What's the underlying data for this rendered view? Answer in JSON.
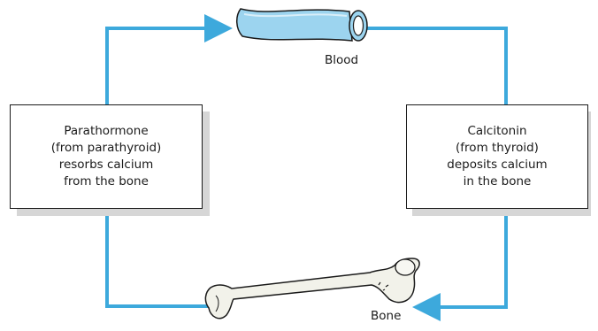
{
  "colors": {
    "arrow": "#3da9dc",
    "vessel_fill": "#9cd4ef",
    "vessel_stroke": "#1a1a1a",
    "bone_fill": "#f2f2ea",
    "box_border": "#1a1a1a",
    "box_shadow": "#d6d6d6"
  },
  "nodes": {
    "blood": {
      "label": "Blood",
      "icon": "blood-vessel-icon"
    },
    "bone": {
      "label": "Bone",
      "icon": "femur-bone-icon"
    },
    "parathormone": {
      "lines": [
        "Parathormone",
        "(from parathyroid)",
        "resorbs calcium",
        "from the bone"
      ]
    },
    "calcitonin": {
      "lines": [
        "Calcitonin",
        "(from thyroid)",
        "deposits calcium",
        "in the bone"
      ]
    }
  },
  "edges": [
    {
      "from": "bone",
      "to": "blood",
      "via": "parathormone"
    },
    {
      "from": "blood",
      "to": "bone",
      "via": "calcitonin"
    }
  ]
}
